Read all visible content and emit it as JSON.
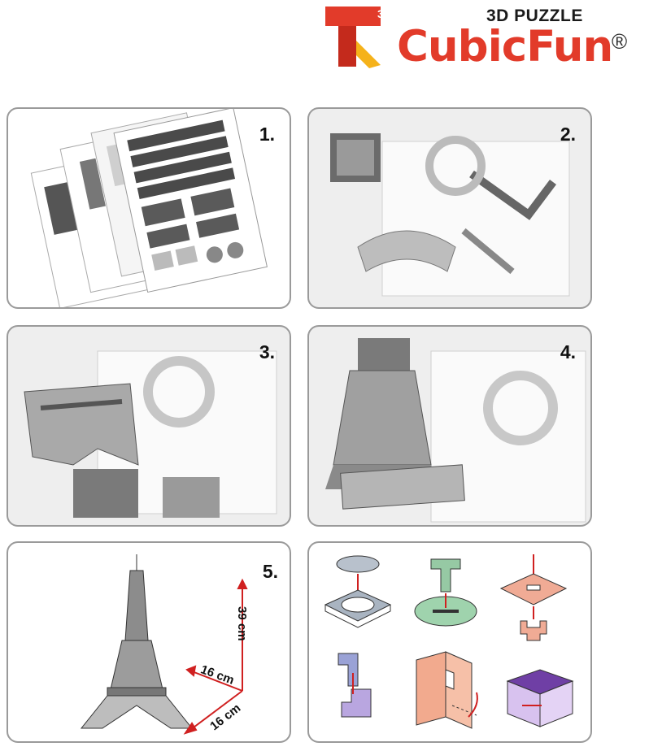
{
  "header": {
    "logo_superscript": "3",
    "subtitle": "3D PUZZLE",
    "brand": "CubicFun",
    "registered": "®",
    "colors": {
      "brand_red": "#e23b2a",
      "logo_yellow": "#f5b21a",
      "text_dark": "#1a1a1a"
    }
  },
  "steps": [
    {
      "number": "1."
    },
    {
      "number": "2."
    },
    {
      "number": "3."
    },
    {
      "number": "4."
    },
    {
      "number": "5."
    }
  ],
  "dimensions": {
    "height": "39 cm",
    "width": "16 cm",
    "depth": "16 cm"
  },
  "tips_panel": {
    "icons": [
      "round-tab-in-square-slot-icon",
      "t-tab-into-disc-slot-icon",
      "cross-tab-through-plate-icon",
      "hook-tab-join-icon",
      "folding-slot-panel-icon",
      "box-corner-insert-icon"
    ]
  }
}
